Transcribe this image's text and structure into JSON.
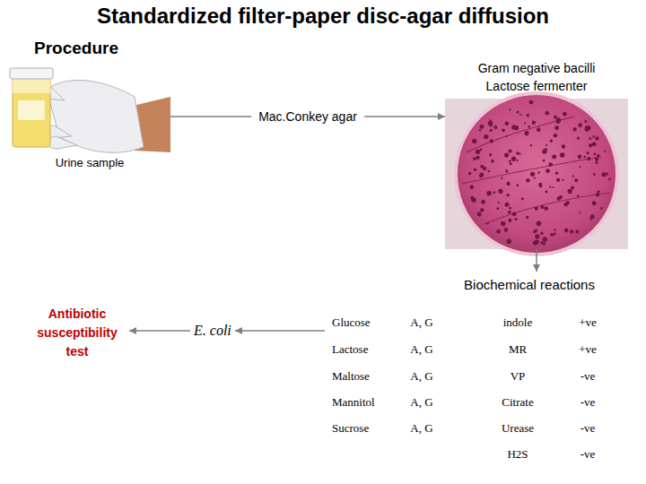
{
  "diagram": {
    "title": "Standardized filter-paper disc-agar diffusion",
    "nodes": [
      {
        "text": [
          "Urine sample"
        ]
      },
      {
        "text": [
          "Gram negative bacilli Lactose fermenter"
        ]
      },
      {
        "text": [
          "Biochemical reactions"
        ]
      },
      {
        "text": [
          "E. coli"
        ]
      },
      {
        "text": [
          "Antibiotic susceptibility test"
        ]
      }
    ],
    "edges": [
      {
        "from": 0,
        "to": 1,
        "label": "Mac.Conkey agar",
        "arrow": "to"
      },
      {
        "from": 1,
        "to": 2,
        "arrow": "to"
      },
      {
        "from": 2,
        "to": 3,
        "arrow": "to"
      },
      {
        "from": 3,
        "to": 4,
        "arrow": "to"
      }
    ],
    "labels": [
      "Procedure",
      "Glucose",
      "A, G",
      "indole",
      "+ve",
      "Lactose",
      "A, G",
      "MR",
      "+ve",
      "Maltose",
      "A, G",
      "VP",
      "-ve",
      "Mannitol",
      "A, G",
      "Citrate",
      "-ve",
      "Sucrose",
      "A, G",
      "Urease",
      "-ve",
      "H2S",
      "-ve"
    ]
  }
}
